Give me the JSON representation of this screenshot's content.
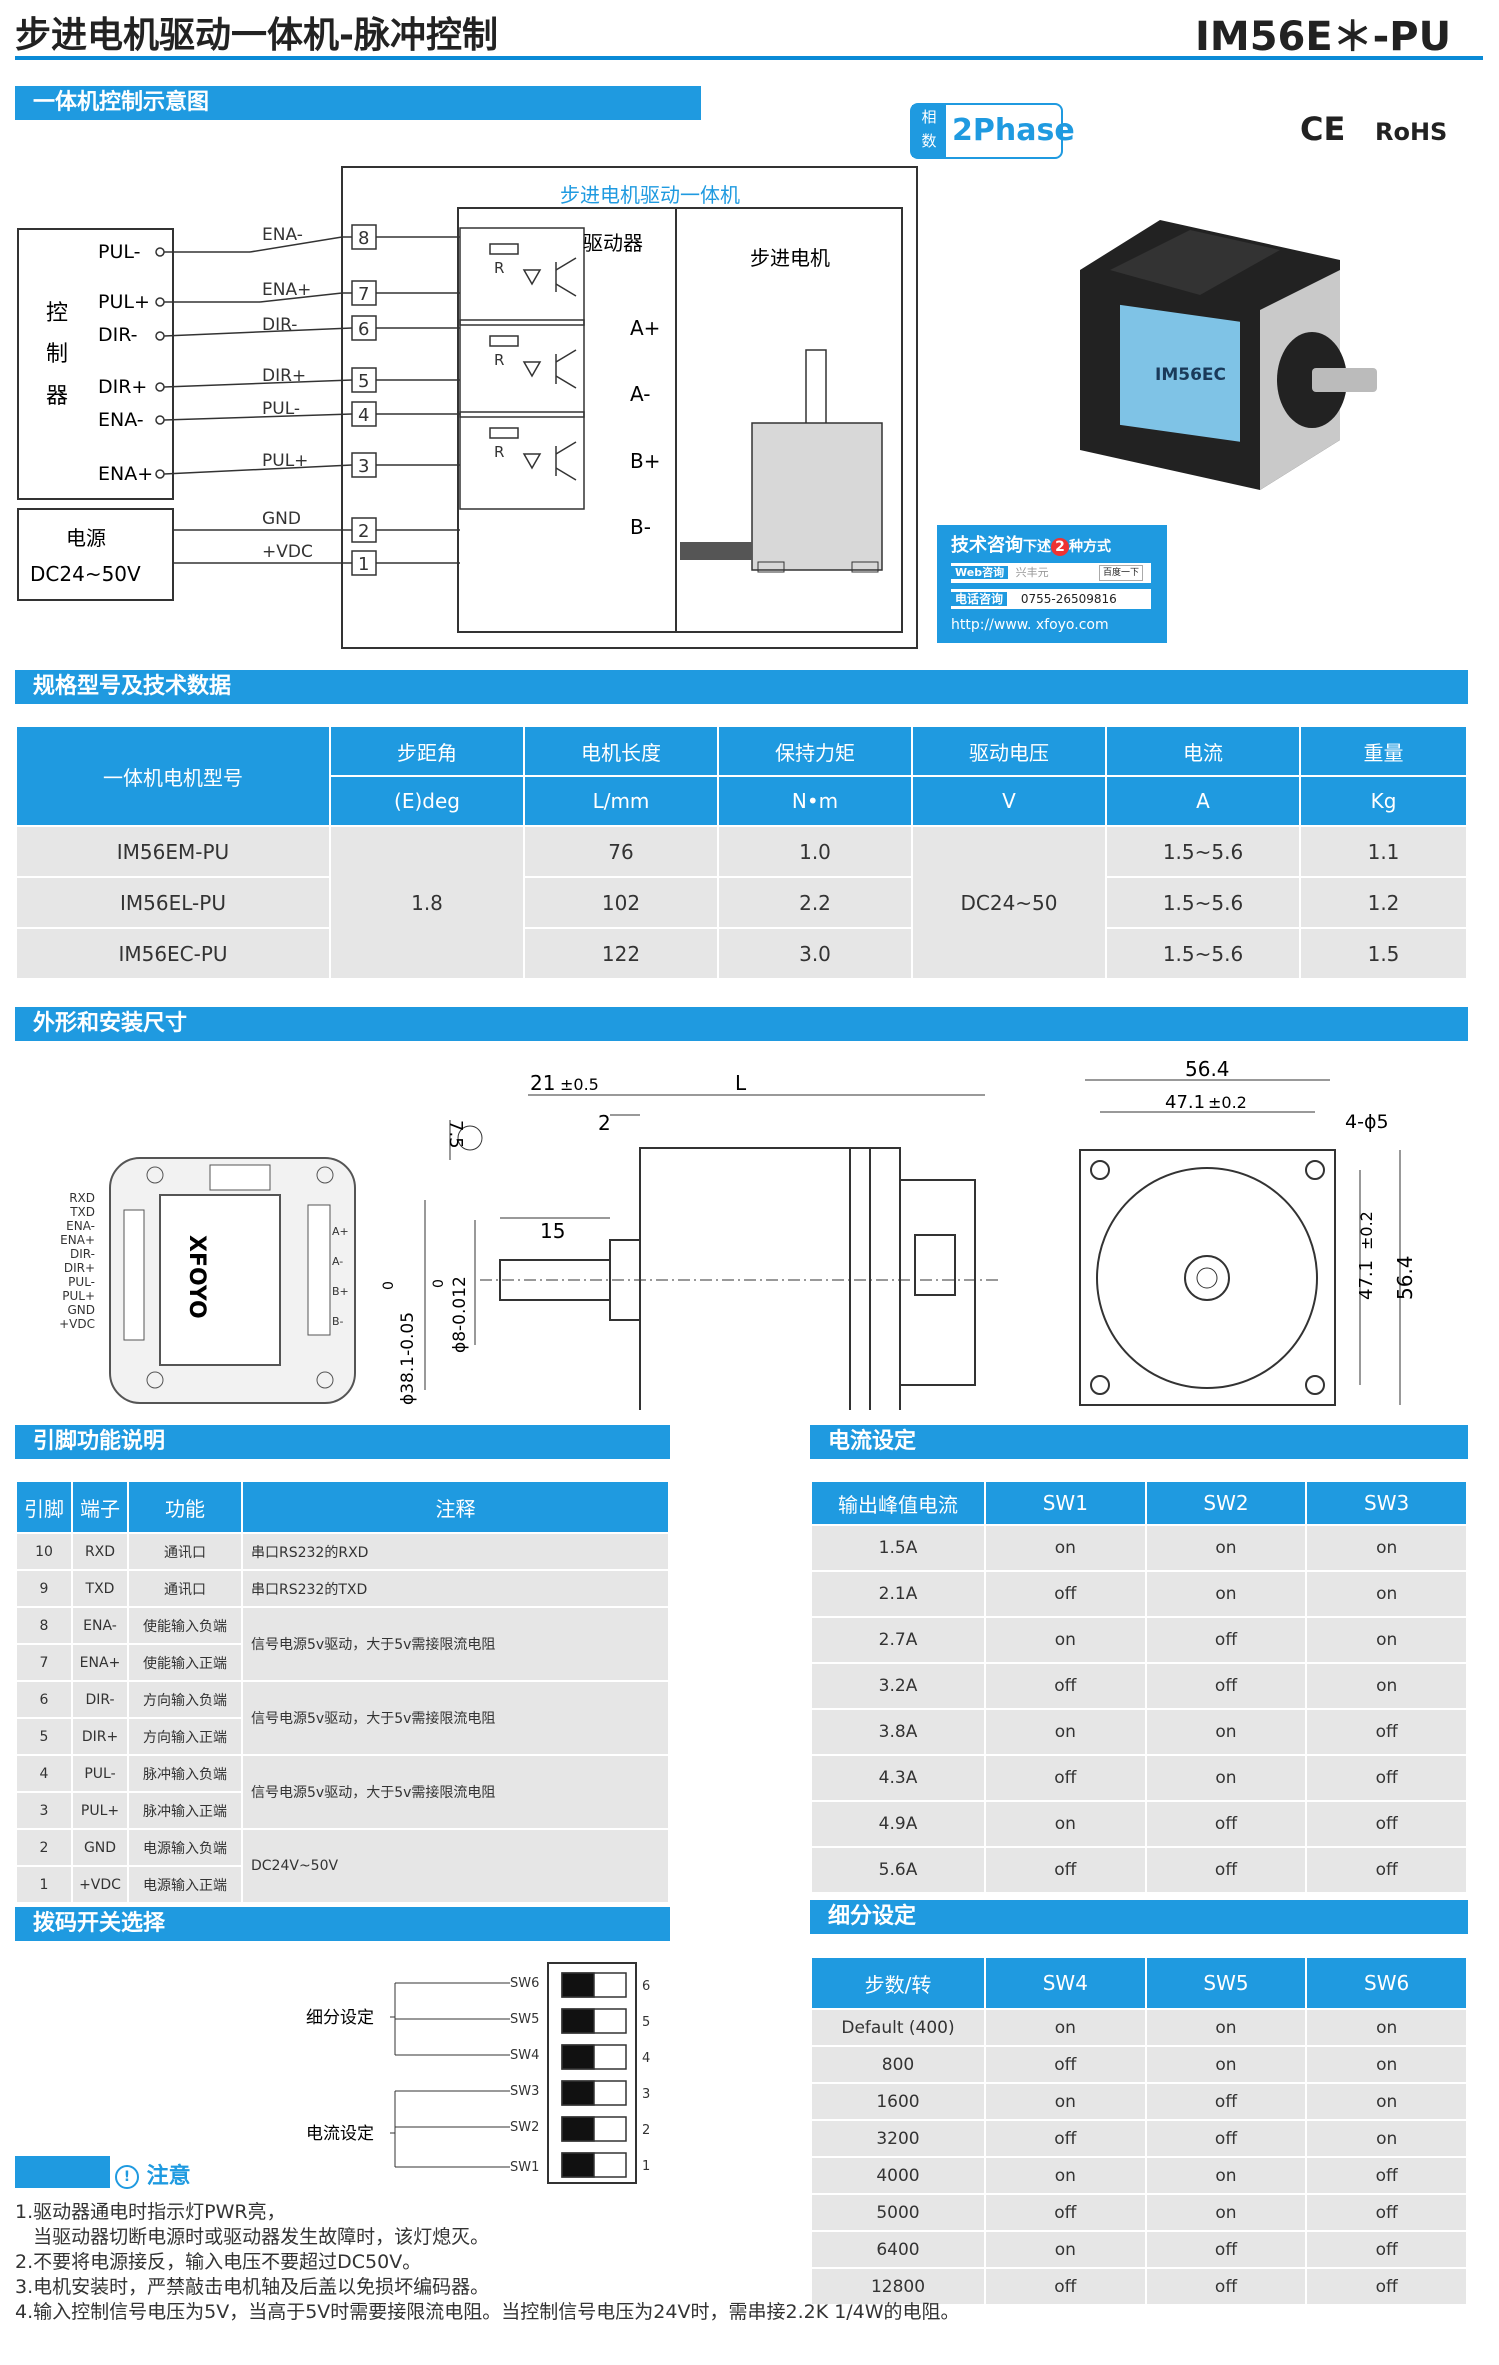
{
  "header": {
    "title": "步进电机驱动一体机-脉冲控制",
    "model": "IM56E＊-PU"
  },
  "section1": {
    "title": "一体机控制示意图",
    "diagram_title": "步进电机驱动一体机",
    "controller_chars": [
      "控",
      "制",
      "器"
    ],
    "ctrl_pins": [
      "PUL-",
      "PUL+",
      "DIR-",
      "DIR+",
      "ENA-",
      "ENA+"
    ],
    "wire_labels": [
      "ENA-",
      "ENA+",
      "DIR-",
      "DIR+",
      "PUL-",
      "PUL+",
      "GND",
      "+VDC"
    ],
    "terminal_numbers": [
      "8",
      "7",
      "6",
      "5",
      "4",
      "3",
      "2",
      "1"
    ],
    "power_label": "电源",
    "power_voltage": "DC24~50V",
    "driver_label": "驱动器",
    "resistor_label": "R",
    "motor_label": "步进电机",
    "phase_outputs": [
      "A+",
      "A-",
      "B+",
      "B-"
    ]
  },
  "badges": {
    "xiang": "相",
    "shu": "数",
    "phase": "2Phase",
    "ce": "CE",
    "rohs": "RoHS"
  },
  "tech": {
    "title": "技术咨询",
    "ways_before": "下述",
    "ways_num": "2",
    "ways_after": "种方式",
    "web_label": "Web咨询",
    "web_value": "兴丰元",
    "web_button": "百度一下",
    "phone_label": "电话咨询",
    "phone": "0755-26509816",
    "url": "http://www. xfoyo.com",
    "motor_label": "IM56EC"
  },
  "spec": {
    "title": "规格型号及技术数据",
    "col_model": "一体机电机型号",
    "headers": [
      "步距角",
      "电机长度",
      "保持力矩",
      "驱动电压",
      "电流",
      "重量"
    ],
    "units": [
      "(E)deg",
      "L/mm",
      "N•m",
      "V",
      "A",
      "Kg"
    ],
    "rows": [
      {
        "model": "IM56EM-PU",
        "length": "76",
        "torque": "1.0",
        "current": "1.5~5.6",
        "weight": "1.1"
      },
      {
        "model": "IM56EL-PU",
        "length": "102",
        "torque": "2.2",
        "current": "1.5~5.6",
        "weight": "1.2"
      },
      {
        "model": "IM56EC-PU",
        "length": "122",
        "torque": "3.0",
        "current": "1.5~5.6",
        "weight": "1.5"
      }
    ],
    "step_angle": "1.8",
    "voltage": "DC24~50"
  },
  "dims": {
    "title": "外形和安装尺寸",
    "back_pins": [
      "RXD",
      "TXD",
      "ENA-",
      "ENA+",
      "DIR-",
      "DIR+",
      "PUL-",
      "PUL+",
      "GND",
      "+VDC"
    ],
    "brand": "XFOYO",
    "phase_marks": [
      "A+",
      "A-",
      "B+",
      "B-"
    ],
    "d_21": "21",
    "tol_05": "±0.5",
    "d_L": "L",
    "d_2": "2",
    "d_75": "7.5",
    "d_15": "15",
    "d_381": "ϕ38.1-0.05",
    "d_381_top": "0",
    "d_8": "ϕ8-0.012",
    "d_8_top": "0",
    "d_564a": "56.4",
    "d_471a": "47.1",
    "tol_02": "±0.2",
    "d_hole": "4-ϕ5",
    "d_471b": "47.1",
    "d_564b": "56.4"
  },
  "pins": {
    "title": "引脚功能说明",
    "headers": [
      "引脚",
      "端子",
      "功能",
      "注释"
    ],
    "rows": [
      {
        "num": "10",
        "term": "RXD",
        "func": "通讯口",
        "note": "串口RS232的RXD"
      },
      {
        "num": "9",
        "term": "TXD",
        "func": "通讯口",
        "note": "串口RS232的TXD"
      },
      {
        "num": "8",
        "term": "ENA-",
        "func": "使能输入负端"
      },
      {
        "num": "7",
        "term": "ENA+",
        "func": "使能输入正端"
      },
      {
        "num": "6",
        "term": "DIR-",
        "func": "方向输入负端"
      },
      {
        "num": "5",
        "term": "DIR+",
        "func": "方向输入正端"
      },
      {
        "num": "4",
        "term": "PUL-",
        "func": "脉冲输入负端"
      },
      {
        "num": "3",
        "term": "PUL+",
        "func": "脉冲输入正端"
      },
      {
        "num": "2",
        "term": "GND",
        "func": "电源输入负端"
      },
      {
        "num": "1",
        "term": "+VDC",
        "func": "电源输入正端"
      }
    ],
    "note_signal": "信号电源5v驱动，大于5v需接限流电阻",
    "note_power": "DC24V~50V"
  },
  "current": {
    "title": "电流设定",
    "headers": [
      "输出峰值电流",
      "SW1",
      "SW2",
      "SW3"
    ],
    "rows": [
      [
        "1.5A",
        "on",
        "on",
        "on"
      ],
      [
        "2.1A",
        "off",
        "on",
        "on"
      ],
      [
        "2.7A",
        "on",
        "off",
        "on"
      ],
      [
        "3.2A",
        "off",
        "off",
        "on"
      ],
      [
        "3.8A",
        "on",
        "on",
        "off"
      ],
      [
        "4.3A",
        "off",
        "on",
        "off"
      ],
      [
        "4.9A",
        "on",
        "off",
        "off"
      ],
      [
        "5.6A",
        "off",
        "off",
        "off"
      ]
    ]
  },
  "dip": {
    "title": "拨码开关选择",
    "subdiv_label": "细分设定",
    "current_label": "电流设定",
    "sw_labels": [
      "SW6",
      "SW5",
      "SW4",
      "SW3",
      "SW2",
      "SW1"
    ],
    "sw_numbers": [
      "6",
      "5",
      "4",
      "3",
      "2",
      "1"
    ]
  },
  "subdiv": {
    "title": "细分设定",
    "headers": [
      "步数/转",
      "SW4",
      "SW5",
      "SW6"
    ],
    "rows": [
      [
        "Default (400)",
        "on",
        "on",
        "on"
      ],
      [
        "800",
        "off",
        "on",
        "on"
      ],
      [
        "1600",
        "on",
        "off",
        "on"
      ],
      [
        "3200",
        "off",
        "off",
        "on"
      ],
      [
        "4000",
        "on",
        "on",
        "off"
      ],
      [
        "5000",
        "off",
        "on",
        "off"
      ],
      [
        "6400",
        "on",
        "off",
        "off"
      ],
      [
        "12800",
        "off",
        "off",
        "off"
      ]
    ]
  },
  "notes": {
    "title": "注意",
    "lines": [
      "1.驱动器通电时指示灯PWR亮，",
      "   当驱动器切断电源时或驱动器发生故障时，该灯熄灭。",
      "2.不要将电源接反，输入电压不要超过DC50V。",
      "3.电机安装时，严禁敲击电机轴及后盖以免损坏编码器。",
      "4.输入控制信号电压为5V，当高于5V时需要接限流电阻。当控制信号电压为24V时，需串接2.2K 1/4W的电阻。"
    ]
  },
  "colors": {
    "accent": "#1f9ae0",
    "row_bg": "#e6e6e6"
  }
}
